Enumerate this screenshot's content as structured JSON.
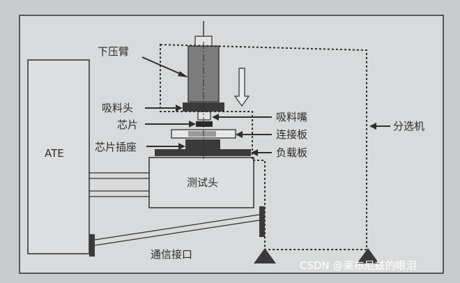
{
  "labels": {
    "ate": "ATE",
    "press_arm": "下压臂",
    "suction_head": "吸料头",
    "chip": "芯片",
    "chip_socket": "芯片插座",
    "suction_nozzle": "吸料嘴",
    "connection_plate": "连接板",
    "load_board": "负载板",
    "sorter": "分选机",
    "test_head": "测试头",
    "comm_interface": "通信接口"
  },
  "watermark": "CSDN @莱布尼兹的眼泪",
  "colors": {
    "background": "#c9ccce",
    "frame_fill": "#d8dadb",
    "line": "#2e2e2e",
    "dark_part": "#3a3a3a",
    "mid_part": "#7c7c7c"
  }
}
